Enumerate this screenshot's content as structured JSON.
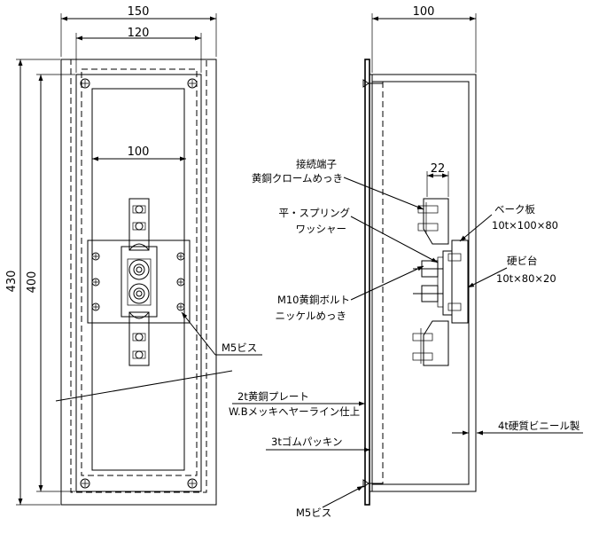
{
  "front_view": {
    "dims": {
      "overall_width": "150",
      "inner_width": "120",
      "component_width": "100",
      "overall_height": "430",
      "inner_height": "400"
    },
    "labels": {
      "screw": "M5ビス"
    }
  },
  "side_view": {
    "dims": {
      "depth": "100",
      "terminal_width": "22"
    },
    "labels": {
      "terminal_line1": "接続端子",
      "terminal_line2": "黄銅クロームめっき",
      "washer_line1": "平・スプリング",
      "washer_line2": "ワッシャー",
      "bolt_line1": "M10黄銅ボルト",
      "bolt_line2": "ニッケルめっき",
      "bakelite_line1": "ベーク板",
      "bakelite_line2": "10t×100×80",
      "pvc_base_line1": "硬ビ台",
      "pvc_base_line2": "10t×80×20",
      "plate_line1": "2t黄銅プレート",
      "plate_line2": "W.Bメッキヘヤーライン仕上",
      "gasket": "3tゴムパッキン",
      "box": "4t硬質ビニール製",
      "screw": "M5ビス"
    }
  }
}
